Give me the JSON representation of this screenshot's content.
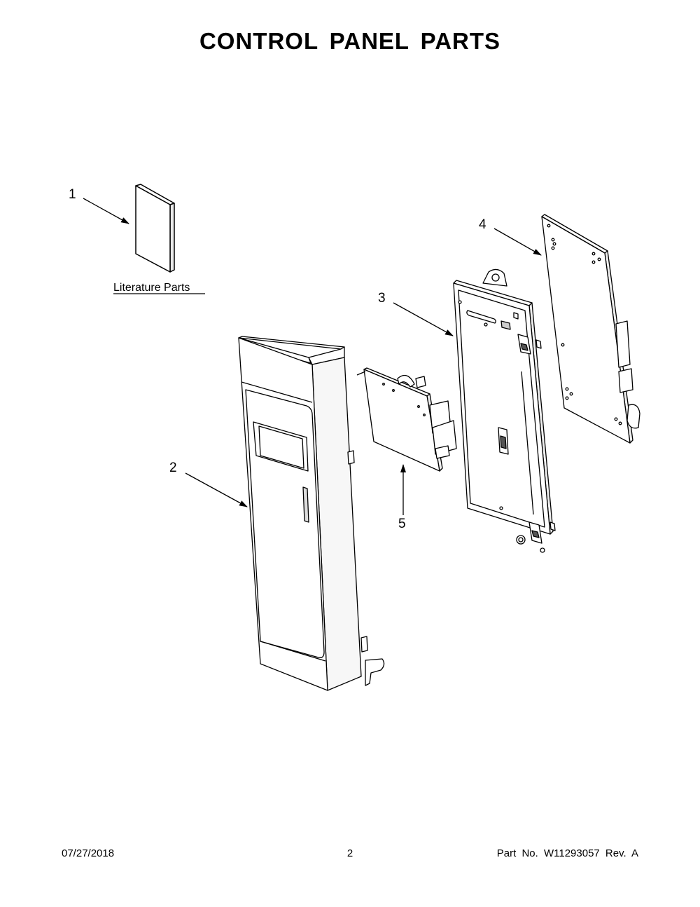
{
  "page": {
    "title": "CONTROL PANEL PARTS"
  },
  "callouts": {
    "c1": "1",
    "c2": "2",
    "c3": "3",
    "c4": "4",
    "c5": "5"
  },
  "literature": {
    "label": "Literature Parts"
  },
  "footer": {
    "date": "07/27/2018",
    "page_number": "2",
    "part_number": "Part No.  W11293057  Rev.  A"
  }
}
